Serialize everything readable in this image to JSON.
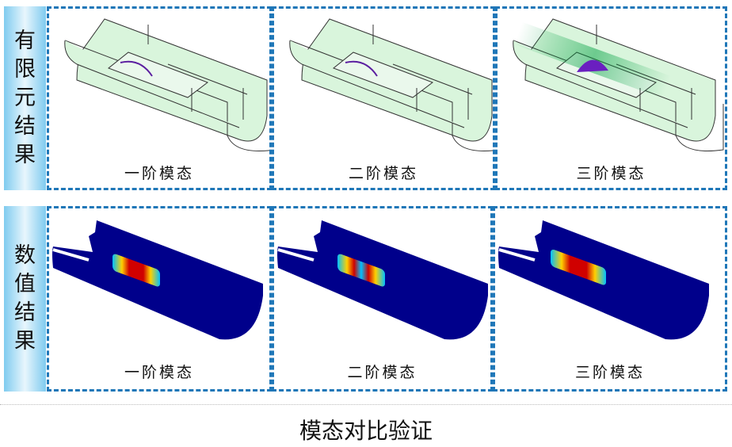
{
  "rows": [
    {
      "label_chars": [
        "有",
        "限",
        "元",
        "结",
        "果"
      ],
      "style": "fem",
      "panels": [
        {
          "label": "一阶模态"
        },
        {
          "label": "二阶模态"
        },
        {
          "label": "三阶模态"
        }
      ]
    },
    {
      "label_chars": [
        "数",
        "值",
        "结",
        "果"
      ],
      "style": "numeric",
      "panels": [
        {
          "label": "一阶模态"
        },
        {
          "label": "二阶模态"
        },
        {
          "label": "三阶模态"
        }
      ]
    }
  ],
  "caption": "模态对比验证",
  "colors": {
    "border": "#1f77b8",
    "fem_fill": "#d9f5dc",
    "numeric_fill": "#00008b"
  }
}
